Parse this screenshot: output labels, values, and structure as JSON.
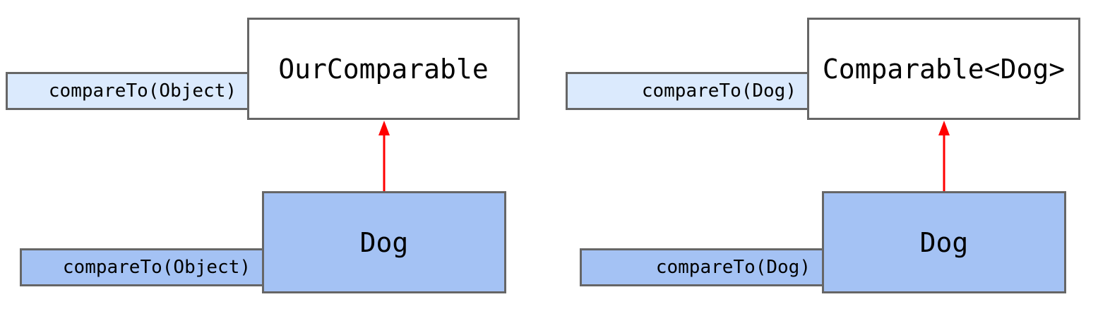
{
  "colors": {
    "interface_fill": "#ffffff",
    "interface_method_fill": "#dbeafd",
    "class_fill": "#a4c2f4",
    "border": "#666666",
    "arrow": "#ff0000"
  },
  "left": {
    "interface": {
      "name": "OurComparable",
      "method": "compareTo(Object)"
    },
    "class": {
      "name": "Dog",
      "method": "compareTo(Object)"
    }
  },
  "right": {
    "interface": {
      "name": "Comparable<Dog>",
      "method": "compareTo(Dog)"
    },
    "class": {
      "name": "Dog",
      "method": "compareTo(Dog)"
    }
  }
}
